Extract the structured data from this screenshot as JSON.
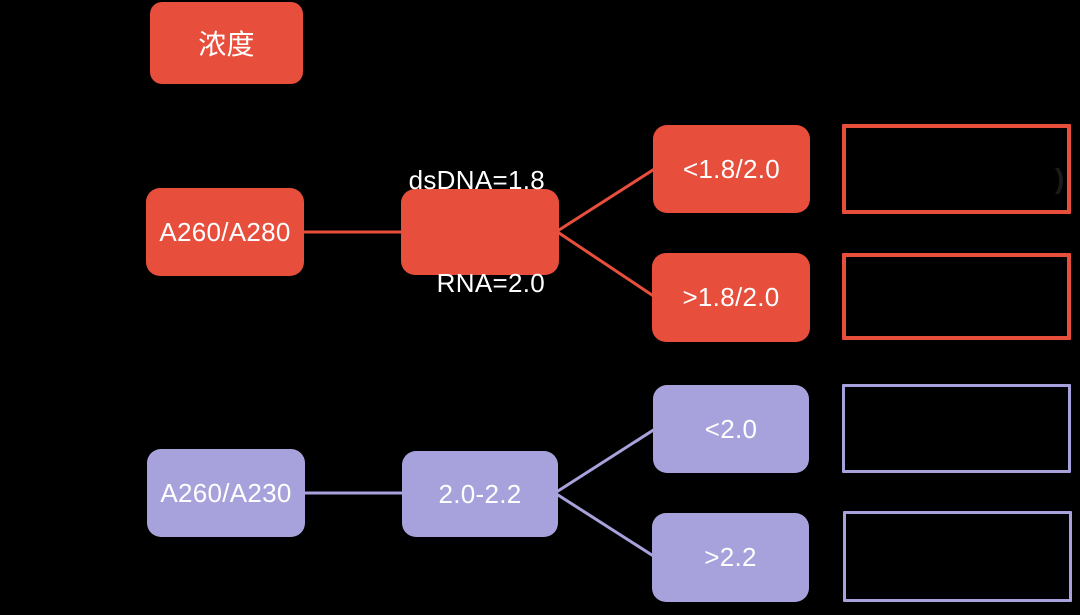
{
  "palette": {
    "red": "#E74E3C",
    "purple": "#A7A2DC",
    "background": "#000000",
    "text": "#FFFFFF"
  },
  "diagram": {
    "root": {
      "label": "浓度"
    },
    "branch_a280": {
      "metric_label": "A260/A280",
      "standard_line1": "dsDNA=1.8",
      "standard_line2": "RNA=2.0",
      "low_label": "<1.8/2.0",
      "high_label": ">1.8/2.0",
      "low_result_text": "",
      "high_result_text": ""
    },
    "branch_a230": {
      "metric_label": "A260/A230",
      "standard_label": "2.0-2.2",
      "low_label": "<2.0",
      "high_label": ">2.2",
      "low_result_text": "",
      "high_result_text": ""
    },
    "artifact_glyph": ")"
  }
}
